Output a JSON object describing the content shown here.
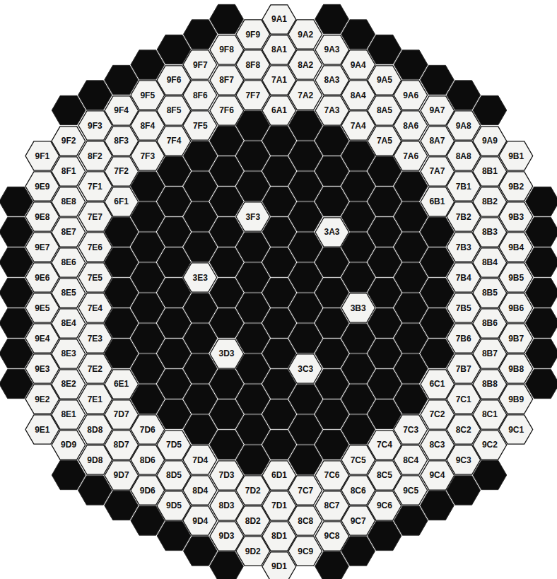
{
  "diagram": {
    "nodes": [
      {
        "text": [
          "3A3"
        ]
      },
      {
        "text": [
          "3B3"
        ]
      },
      {
        "text": [
          "3C3"
        ]
      },
      {
        "text": [
          "3D3"
        ]
      },
      {
        "text": [
          "3E3"
        ]
      },
      {
        "text": [
          "3F3"
        ]
      },
      {
        "text": [
          "6A1"
        ]
      },
      {
        "text": [
          "6B1"
        ]
      },
      {
        "text": [
          "6C1"
        ]
      },
      {
        "text": [
          "6D1"
        ]
      },
      {
        "text": [
          "6E1"
        ]
      },
      {
        "text": [
          "6F1"
        ]
      },
      {
        "text": [
          "7A1"
        ]
      },
      {
        "text": [
          "7A2"
        ]
      },
      {
        "text": [
          "7A3"
        ]
      },
      {
        "text": [
          "7A4"
        ]
      },
      {
        "text": [
          "7A5"
        ]
      },
      {
        "text": [
          "7A6"
        ]
      },
      {
        "text": [
          "7A7"
        ]
      },
      {
        "text": [
          "7B1"
        ]
      },
      {
        "text": [
          "7B2"
        ]
      },
      {
        "text": [
          "7B3"
        ]
      },
      {
        "text": [
          "7B4"
        ]
      },
      {
        "text": [
          "7B5"
        ]
      },
      {
        "text": [
          "7B6"
        ]
      },
      {
        "text": [
          "7B7"
        ]
      },
      {
        "text": [
          "7C1"
        ]
      },
      {
        "text": [
          "7C2"
        ]
      },
      {
        "text": [
          "7C3"
        ]
      },
      {
        "text": [
          "7C4"
        ]
      },
      {
        "text": [
          "7C5"
        ]
      },
      {
        "text": [
          "7C6"
        ]
      },
      {
        "text": [
          "7C7"
        ]
      },
      {
        "text": [
          "7D1"
        ]
      },
      {
        "text": [
          "7D2"
        ]
      },
      {
        "text": [
          "7D3"
        ]
      },
      {
        "text": [
          "7D4"
        ]
      },
      {
        "text": [
          "7D5"
        ]
      },
      {
        "text": [
          "7D6"
        ]
      },
      {
        "text": [
          "7D7"
        ]
      },
      {
        "text": [
          "7E1"
        ]
      },
      {
        "text": [
          "7E2"
        ]
      },
      {
        "text": [
          "7E3"
        ]
      },
      {
        "text": [
          "7E4"
        ]
      },
      {
        "text": [
          "7E5"
        ]
      },
      {
        "text": [
          "7E6"
        ]
      },
      {
        "text": [
          "7E7"
        ]
      },
      {
        "text": [
          "7F1"
        ]
      },
      {
        "text": [
          "7F2"
        ]
      },
      {
        "text": [
          "7F3"
        ]
      },
      {
        "text": [
          "7F4"
        ]
      },
      {
        "text": [
          "7F5"
        ]
      },
      {
        "text": [
          "7F6"
        ]
      },
      {
        "text": [
          "7F7"
        ]
      },
      {
        "text": [
          "8A1"
        ]
      },
      {
        "text": [
          "8A2"
        ]
      },
      {
        "text": [
          "8A3"
        ]
      },
      {
        "text": [
          "8A4"
        ]
      },
      {
        "text": [
          "8A5"
        ]
      },
      {
        "text": [
          "8A6"
        ]
      },
      {
        "text": [
          "8A7"
        ]
      },
      {
        "text": [
          "8A8"
        ]
      },
      {
        "text": [
          "8B1"
        ]
      },
      {
        "text": [
          "8B2"
        ]
      },
      {
        "text": [
          "8B3"
        ]
      },
      {
        "text": [
          "8B4"
        ]
      },
      {
        "text": [
          "8B5"
        ]
      },
      {
        "text": [
          "8B6"
        ]
      },
      {
        "text": [
          "8B7"
        ]
      },
      {
        "text": [
          "8B8"
        ]
      },
      {
        "text": [
          "8C1"
        ]
      },
      {
        "text": [
          "8C2"
        ]
      },
      {
        "text": [
          "8C3"
        ]
      },
      {
        "text": [
          "8C4"
        ]
      },
      {
        "text": [
          "8C5"
        ]
      },
      {
        "text": [
          "8C6"
        ]
      },
      {
        "text": [
          "8C7"
        ]
      },
      {
        "text": [
          "8C8"
        ]
      },
      {
        "text": [
          "8D1"
        ]
      },
      {
        "text": [
          "8D2"
        ]
      },
      {
        "text": [
          "8D3"
        ]
      },
      {
        "text": [
          "8D4"
        ]
      },
      {
        "text": [
          "8D5"
        ]
      },
      {
        "text": [
          "8D6"
        ]
      },
      {
        "text": [
          "8D7"
        ]
      },
      {
        "text": [
          "8D8"
        ]
      },
      {
        "text": [
          "8E1"
        ]
      },
      {
        "text": [
          "8E2"
        ]
      },
      {
        "text": [
          "8E3"
        ]
      },
      {
        "text": [
          "8E4"
        ]
      },
      {
        "text": [
          "8E5"
        ]
      },
      {
        "text": [
          "8E6"
        ]
      },
      {
        "text": [
          "8E7"
        ]
      },
      {
        "text": [
          "8E8"
        ]
      },
      {
        "text": [
          "8F1"
        ]
      },
      {
        "text": [
          "8F2"
        ]
      },
      {
        "text": [
          "8F3"
        ]
      },
      {
        "text": [
          "8F4"
        ]
      },
      {
        "text": [
          "8F5"
        ]
      },
      {
        "text": [
          "8F6"
        ]
      },
      {
        "text": [
          "8F7"
        ]
      },
      {
        "text": [
          "8F8"
        ]
      },
      {
        "text": [
          "9A1"
        ]
      },
      {
        "text": [
          "9A2"
        ]
      },
      {
        "text": [
          "9A3"
        ]
      },
      {
        "text": [
          "9A4"
        ]
      },
      {
        "text": [
          "9A5"
        ]
      },
      {
        "text": [
          "9A6"
        ]
      },
      {
        "text": [
          "9A7"
        ]
      },
      {
        "text": [
          "9A8"
        ]
      },
      {
        "text": [
          "9A9"
        ]
      },
      {
        "text": [
          "9B1"
        ]
      },
      {
        "text": [
          "9B2"
        ]
      },
      {
        "text": [
          "9B3"
        ]
      },
      {
        "text": [
          "9B4"
        ]
      },
      {
        "text": [
          "9B5"
        ]
      },
      {
        "text": [
          "9B6"
        ]
      },
      {
        "text": [
          "9B7"
        ]
      },
      {
        "text": [
          "9B8"
        ]
      },
      {
        "text": [
          "9B9"
        ]
      },
      {
        "text": [
          "9C1"
        ]
      },
      {
        "text": [
          "9C2"
        ]
      },
      {
        "text": [
          "9C3"
        ]
      },
      {
        "text": [
          "9C4"
        ]
      },
      {
        "text": [
          "9C5"
        ]
      },
      {
        "text": [
          "9C6"
        ]
      },
      {
        "text": [
          "9C7"
        ]
      },
      {
        "text": [
          "9C8"
        ]
      },
      {
        "text": [
          "9C9"
        ]
      },
      {
        "text": [
          "9D1"
        ]
      },
      {
        "text": [
          "9D2"
        ]
      },
      {
        "text": [
          "9D3"
        ]
      },
      {
        "text": [
          "9D4"
        ]
      },
      {
        "text": [
          "9D5"
        ]
      },
      {
        "text": [
          "9D6"
        ]
      },
      {
        "text": [
          "9D7"
        ]
      },
      {
        "text": [
          "9D8"
        ]
      },
      {
        "text": [
          "9D9"
        ]
      },
      {
        "text": [
          "9E1"
        ]
      },
      {
        "text": [
          "9E2"
        ]
      },
      {
        "text": [
          "9E3"
        ]
      },
      {
        "text": [
          "9E4"
        ]
      },
      {
        "text": [
          "9E5"
        ]
      },
      {
        "text": [
          "9E6"
        ]
      },
      {
        "text": [
          "9E7"
        ]
      },
      {
        "text": [
          "9E8"
        ]
      },
      {
        "text": [
          "9E9"
        ]
      },
      {
        "text": [
          "9F1"
        ]
      },
      {
        "text": [
          "9F2"
        ]
      },
      {
        "text": [
          "9F3"
        ]
      },
      {
        "text": [
          "9F4"
        ]
      },
      {
        "text": [
          "9F5"
        ]
      },
      {
        "text": [
          "9F6"
        ]
      },
      {
        "text": [
          "9F7"
        ]
      },
      {
        "text": [
          "9F8"
        ]
      },
      {
        "text": [
          "9F9"
        ]
      }
    ]
  }
}
